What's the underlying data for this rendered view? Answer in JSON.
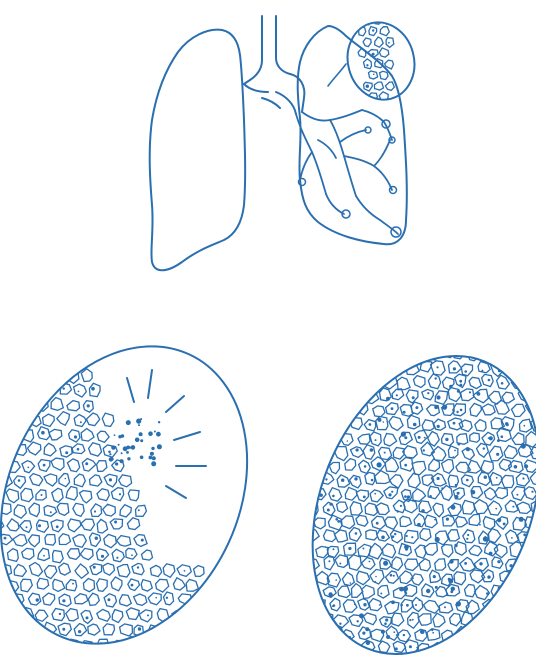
{
  "figure": {
    "ink_color": "#2a6fb0",
    "background": "#ffffff",
    "panels": [
      {
        "id": "lungs-overview",
        "depicts": [
          "right-lung-outline",
          "trachea",
          "bronchial-tree",
          "left-lung-with-magnified-region"
        ]
      },
      {
        "id": "alveoli-localized",
        "depicts": [
          "partially-affected-alveolar-tissue",
          "radiating-lines"
        ]
      },
      {
        "id": "alveoli-diffuse",
        "depicts": [
          "diffusely-affected-alveolar-tissue"
        ]
      }
    ]
  }
}
